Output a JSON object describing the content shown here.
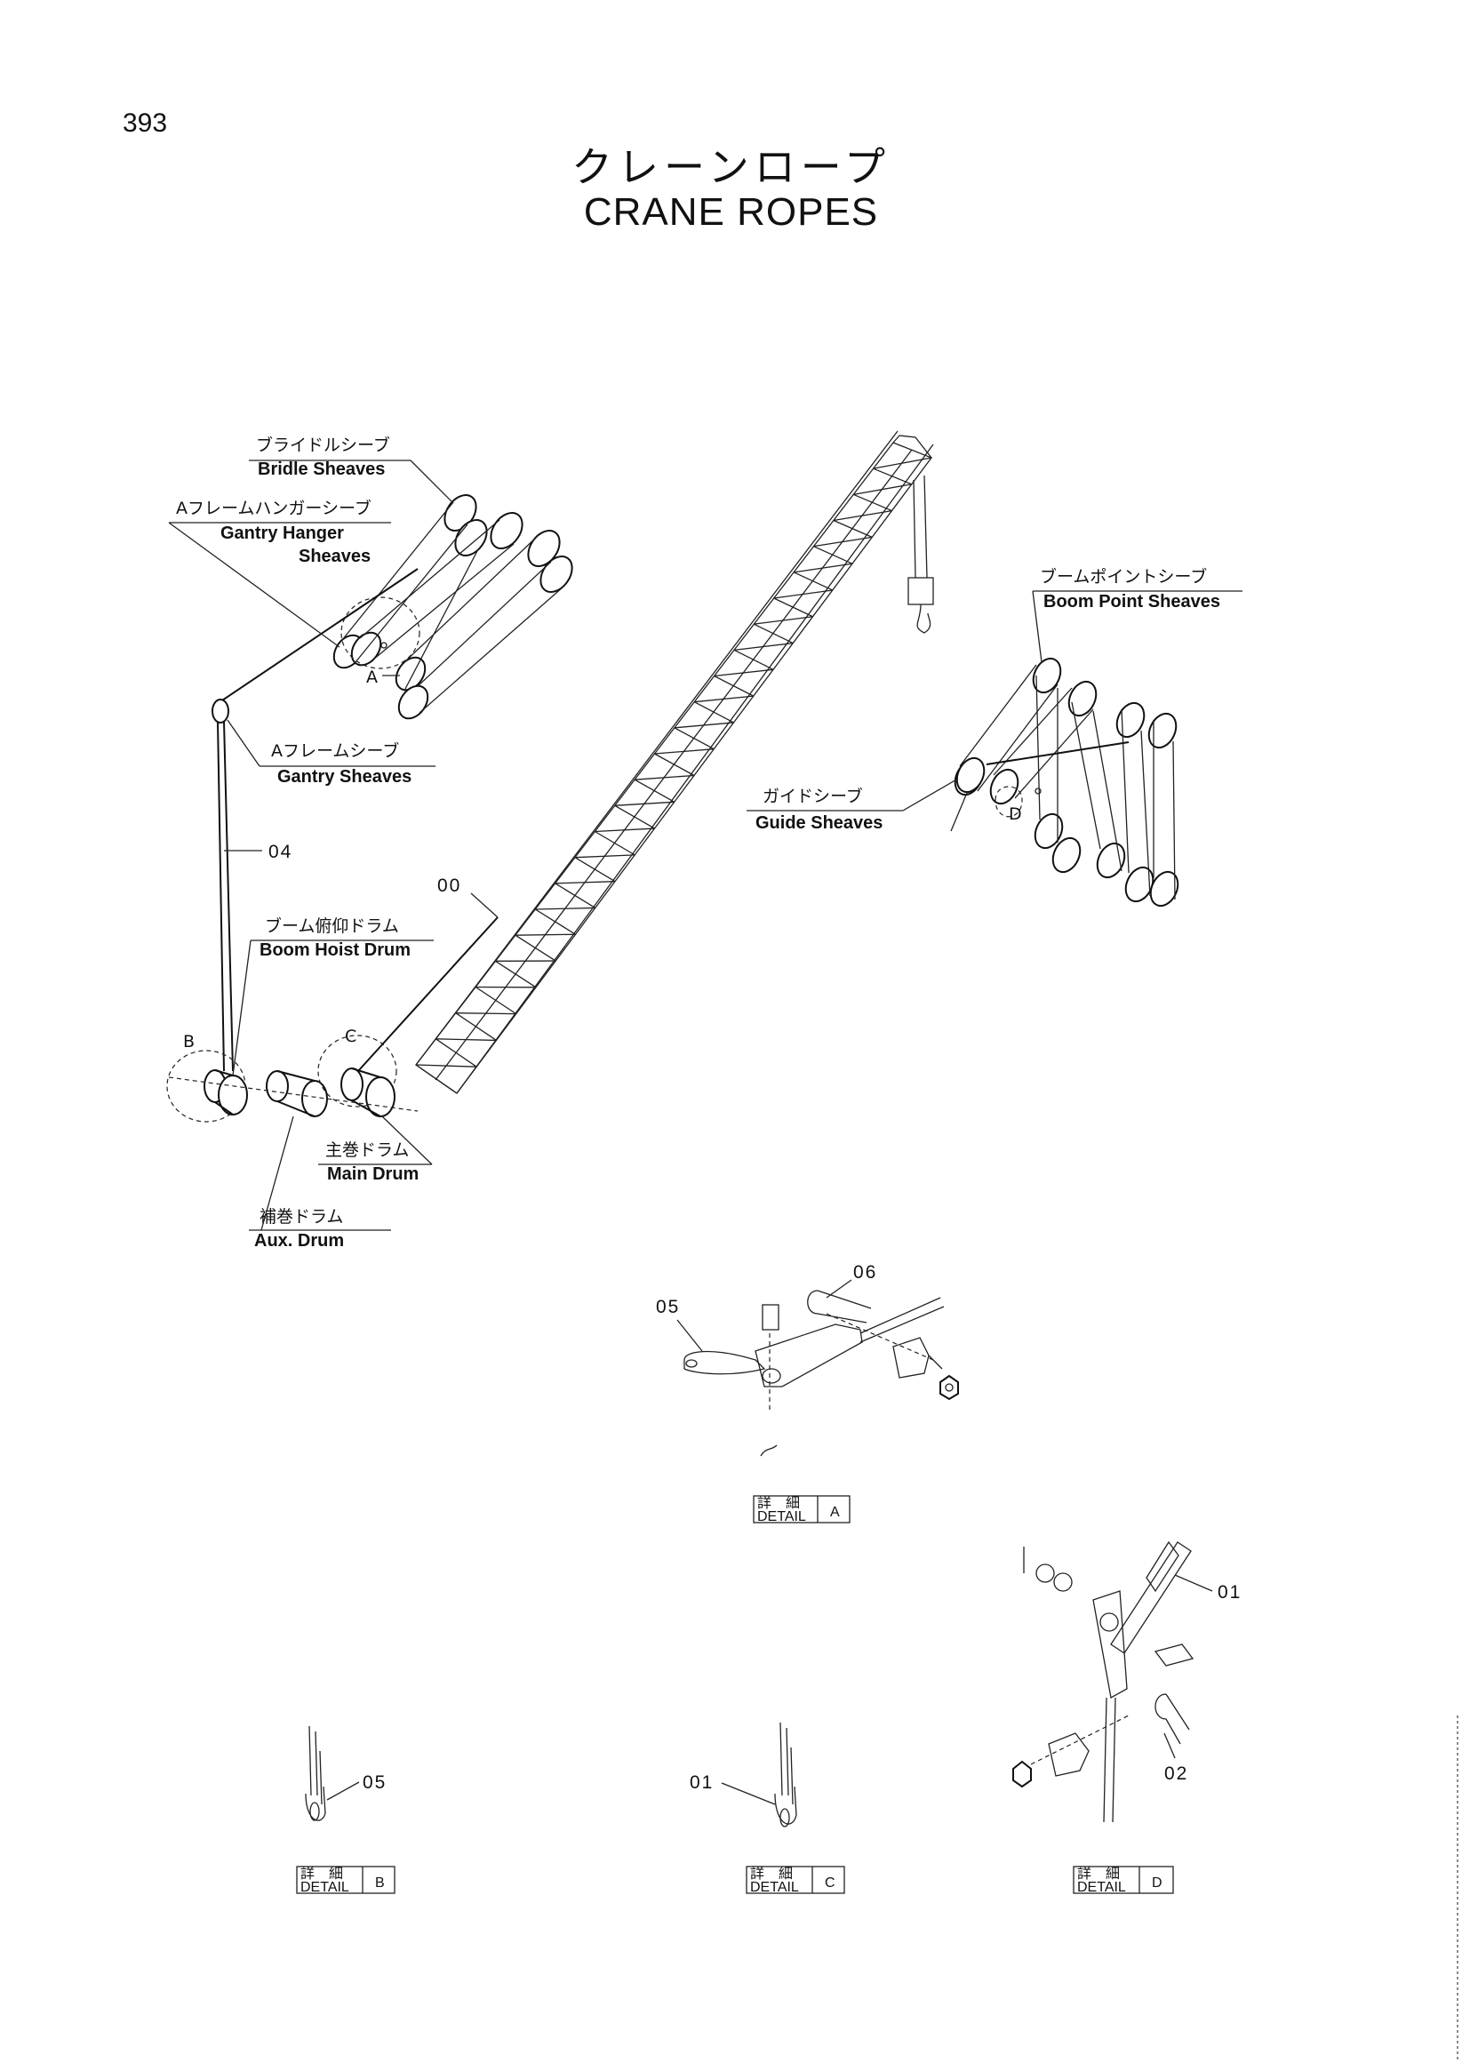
{
  "page_number": "393",
  "title_jp": "クレーンロープ",
  "title_en": "CRANE ROPES",
  "labels": {
    "bridle_jp": "ブライドルシーブ",
    "bridle_en": "Bridle Sheaves",
    "gantry_hanger_jp": "Aフレームハンガーシーブ",
    "gantry_hanger_en1": "Gantry Hanger",
    "gantry_hanger_en2": "Sheaves",
    "gantry_jp": "Aフレームシーブ",
    "gantry_en": "Gantry Sheaves",
    "boom_hoist_jp": "ブーム俯仰ドラム",
    "boom_hoist_en": "Boom Hoist Drum",
    "main_drum_jp": "主巻ドラム",
    "main_drum_en": "Main Drum",
    "aux_drum_jp": "補巻ドラム",
    "aux_drum_en": "Aux. Drum",
    "boom_point_jp": "ブームポイントシーブ",
    "boom_point_en": "Boom Point Sheaves",
    "guide_jp": "ガイドシーブ",
    "guide_en": "Guide Sheaves"
  },
  "callouts": {
    "c00": "00",
    "c01a": "01",
    "c01b": "01",
    "c02": "02",
    "c04": "04",
    "c05a": "05",
    "c05b": "05",
    "c06": "06"
  },
  "detail_letters": {
    "a": "A",
    "b": "B",
    "c": "C",
    "d": "D"
  },
  "detail_boxes": {
    "jp": "詳　細",
    "word": "DETAIL",
    "a": "A",
    "b": "B",
    "c": "C",
    "d": "D"
  }
}
